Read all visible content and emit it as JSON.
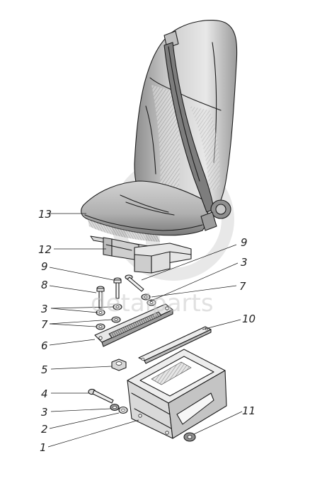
{
  "watermark": {
    "text": "detalparts"
  },
  "callouts": [
    {
      "id": "1",
      "text": "1"
    },
    {
      "id": "2",
      "text": "2"
    },
    {
      "id": "3a",
      "text": "3"
    },
    {
      "id": "3b",
      "text": "3"
    },
    {
      "id": "3c",
      "text": "3"
    },
    {
      "id": "4",
      "text": "4"
    },
    {
      "id": "5",
      "text": "5"
    },
    {
      "id": "6",
      "text": "6"
    },
    {
      "id": "7a",
      "text": "7"
    },
    {
      "id": "7b",
      "text": "7"
    },
    {
      "id": "8",
      "text": "8"
    },
    {
      "id": "9a",
      "text": "9"
    },
    {
      "id": "9b",
      "text": "9"
    },
    {
      "id": "10",
      "text": "10"
    },
    {
      "id": "11",
      "text": "11"
    },
    {
      "id": "12",
      "text": "12"
    },
    {
      "id": "13",
      "text": "13"
    }
  ],
  "colors": {
    "line": "#1c1c1c",
    "shade_dark": "#6a6a6a",
    "shade_mid": "#a8a8a8",
    "shade_light": "#d6d6d6",
    "belt": "#7d7d7d",
    "watermark": "#c9c9c9"
  }
}
